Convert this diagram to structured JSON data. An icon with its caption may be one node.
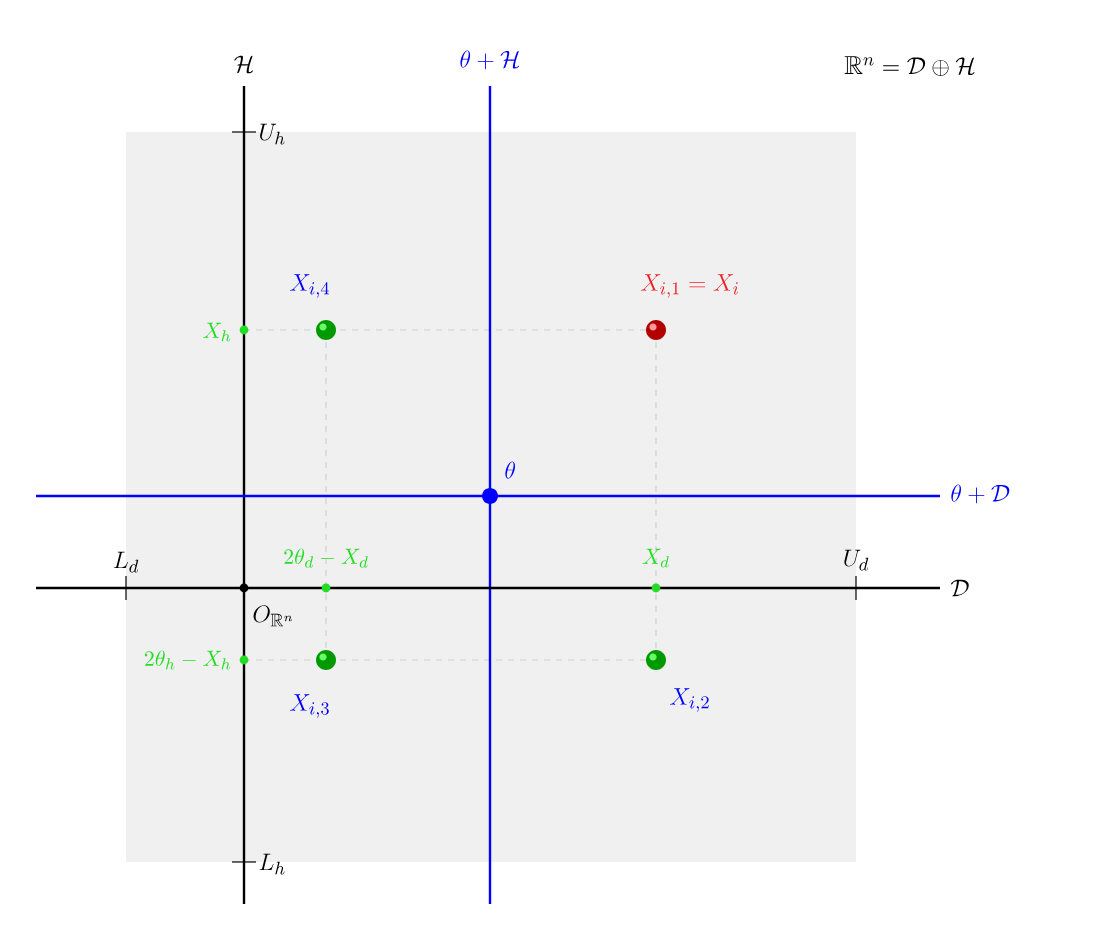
{
  "diagram": {
    "labels": [
      "\\mathcal{H}",
      "\\theta+\\mathcal{H}",
      "\\mathbb{R}^n=\\mathcal{D}\\oplus\\mathcal{H}",
      "U_h",
      "X_{i,4}",
      "X_{i,1}=X_i",
      "X_h",
      "\\theta",
      "\\theta+\\mathcal{D}",
      "L_d",
      "2\\theta_d-X_d",
      "X_d",
      "U_d",
      "\\mathcal{D}",
      "O_{\\mathbb{R}^n}",
      "2\\theta_h-X_h",
      "X_{i,3}",
      "X_{i,2}",
      "L_h"
    ]
  }
}
